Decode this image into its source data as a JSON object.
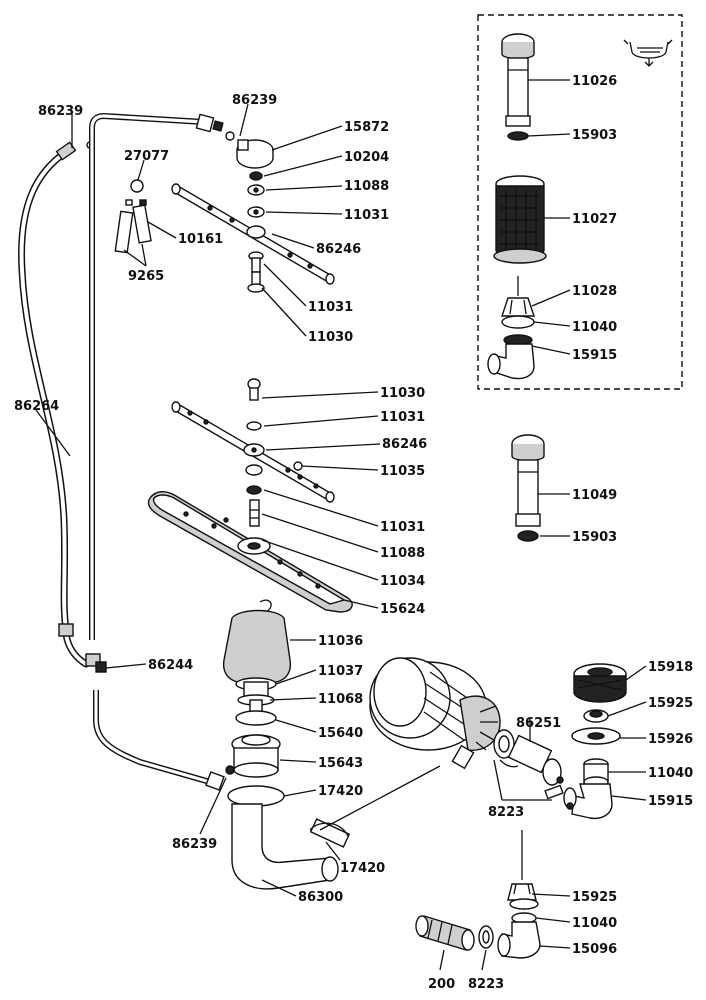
{
  "labels": {
    "a_86239": "86239",
    "b_86239": "86239",
    "c_86239": "86239",
    "a_15872": "15872",
    "a_27077": "27077",
    "a_10204": "10204",
    "a_11088": "11088",
    "b_11088": "11088",
    "a_11031": "11031",
    "b_11031": "11031",
    "c_11031": "11031",
    "d_11031": "11031",
    "a_10161": "10161",
    "a_86246": "86246",
    "b_86246": "86246",
    "a_9265": "9265",
    "a_11030": "11030",
    "b_11030": "11030",
    "a_86264": "86264",
    "a_11035": "11035",
    "a_11034": "11034",
    "a_15624": "15624",
    "a_11036": "11036",
    "a_11037": "11037",
    "a_11068": "11068",
    "a_86244": "86244",
    "a_15640": "15640",
    "a_15643": "15643",
    "a_17420": "17420",
    "b_17420": "17420",
    "a_86300": "86300",
    "a_11026": "11026",
    "a_15903": "15903",
    "b_15903": "15903",
    "a_11027": "11027",
    "a_11028": "11028",
    "a_11040": "11040",
    "b_11040": "11040",
    "c_11040": "11040",
    "a_15915": "15915",
    "b_15915": "15915",
    "a_11049": "11049",
    "a_15918": "15918",
    "a_15925": "15925",
    "b_15925": "15925",
    "a_15926": "15926",
    "a_86251": "86251",
    "a_8223": "8223",
    "b_8223": "8223",
    "a_15096": "15096",
    "a_200": "200"
  },
  "icons": {
    "detergent_cup": "detergent-cup-icon"
  },
  "colors": {
    "ink": "#111111",
    "paper": "#ffffff"
  }
}
